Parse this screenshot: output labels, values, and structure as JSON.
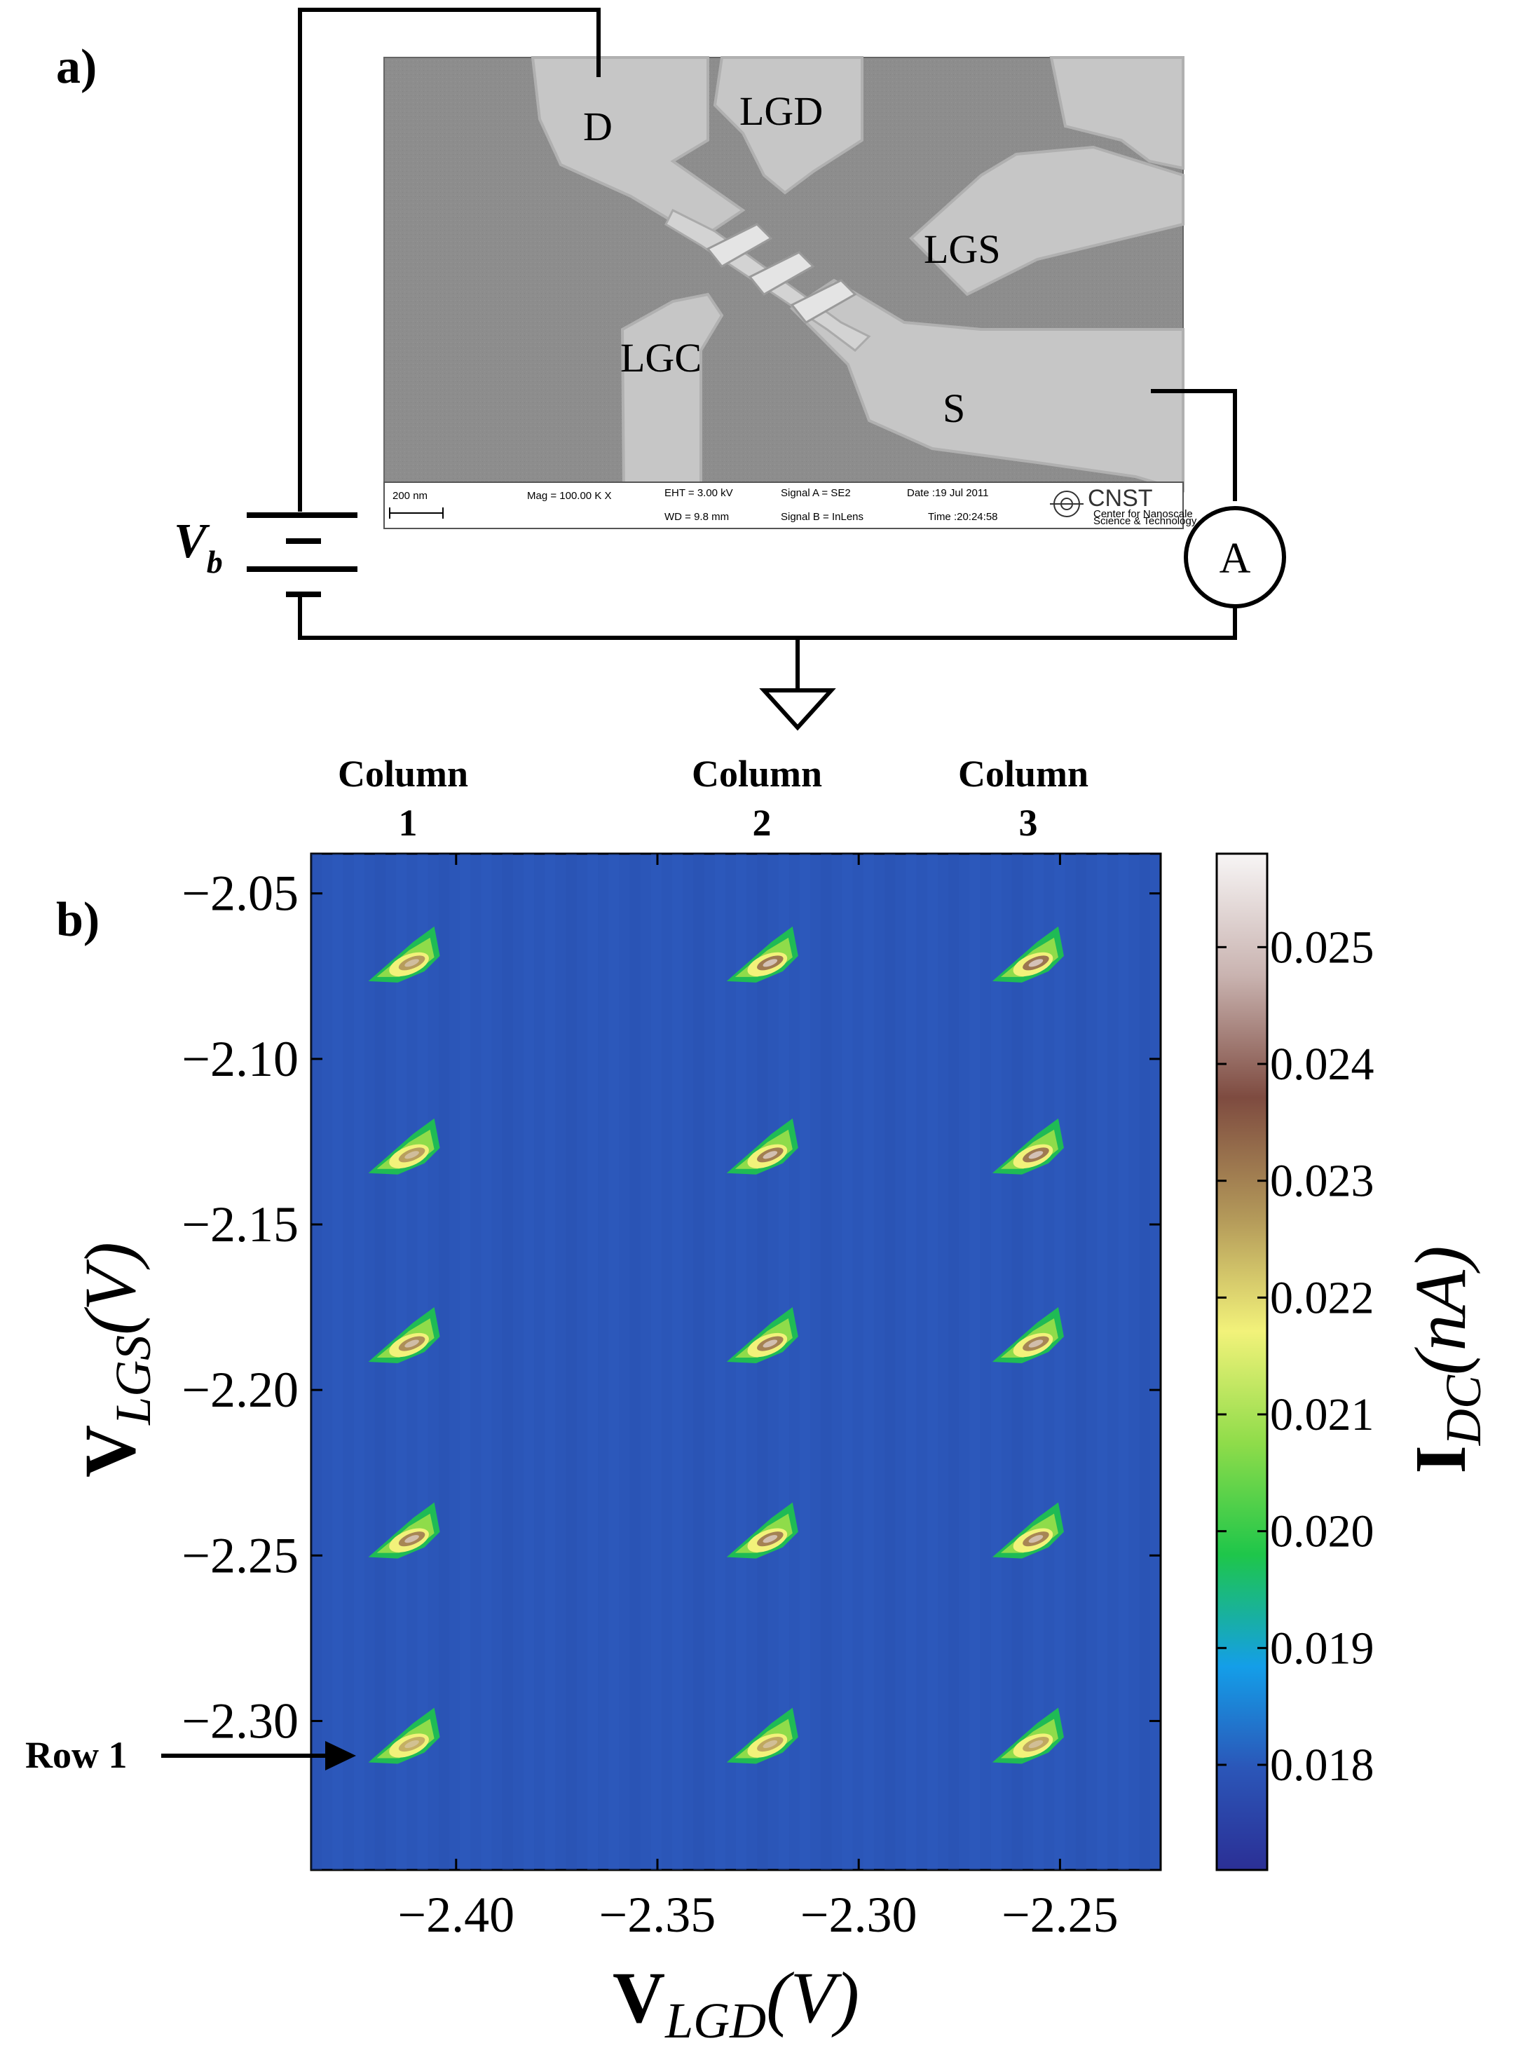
{
  "panel_a": {
    "label": "a)",
    "sem_labels": {
      "d": "D",
      "lgd": "LGD",
      "lgs": "LGS",
      "lgc": "LGC",
      "s": "S"
    },
    "info_bar": {
      "scale": "200 nm",
      "mag": "Mag = 100.00 K X",
      "eht": "EHT = 3.00 kV",
      "wd": "WD = 9.8 mm",
      "signal_a": "Signal A = SE2",
      "signal_b": "Signal B = InLens",
      "date": "Date :19 Jul 2011",
      "time": "Time :20:24:58",
      "logo": "CNST",
      "logo_sub1": "Center for Nanoscale",
      "logo_sub2": "Science & Technology"
    },
    "circuit": {
      "battery_main": "V",
      "battery_sub": "b",
      "meter": "A"
    }
  },
  "panel_b": {
    "label": "b)",
    "column_labels": [
      {
        "word": "Column",
        "num": "1"
      },
      {
        "word": "Column",
        "num": "2"
      },
      {
        "word": "Column",
        "num": "3"
      }
    ],
    "row_label": "Row 1",
    "colors": {
      "background": "#2b56b8",
      "low": "#2a3f9e",
      "high": "#f7f5f5"
    }
  },
  "chart_data": {
    "type": "heatmap",
    "x_ticks": [
      "−2.40",
      "−2.35",
      "−2.30",
      "−2.25"
    ],
    "y_ticks": [
      "−2.05",
      "−2.10",
      "−2.15",
      "−2.20",
      "−2.25",
      "−2.30"
    ],
    "xlim": [
      -2.436,
      -2.225
    ],
    "ylim": [
      -2.345,
      -2.038
    ],
    "xlabel_main": "V",
    "xlabel_sub": "LGD",
    "xlabel_rest": "(V)",
    "ylabel_main": "V",
    "ylabel_sub": "LGS",
    "ylabel_rest": "(V)",
    "colorbar": {
      "label_main": "I",
      "label_sub": "DC",
      "label_rest": "(nA)",
      "ticks": [
        "0.018",
        "0.019",
        "0.020",
        "0.021",
        "0.022",
        "0.023",
        "0.024",
        "0.025"
      ],
      "tick_values": [
        0.018,
        0.019,
        0.02,
        0.021,
        0.022,
        0.023,
        0.024,
        0.025
      ],
      "range": [
        0.0171,
        0.0258
      ]
    },
    "peak_columns_x": [
      -2.411,
      -2.322,
      -2.256
    ],
    "peak_rows_y": [
      -2.071,
      -2.129,
      -2.186,
      -2.245,
      -2.307
    ],
    "peak_values": [
      [
        0.0235,
        0.0243,
        0.0244
      ],
      [
        0.0234,
        0.0242,
        0.0243
      ],
      [
        0.0238,
        0.0241,
        0.024
      ],
      [
        0.024,
        0.0241,
        0.024
      ],
      [
        0.023,
        0.0232,
        0.0232
      ]
    ]
  }
}
